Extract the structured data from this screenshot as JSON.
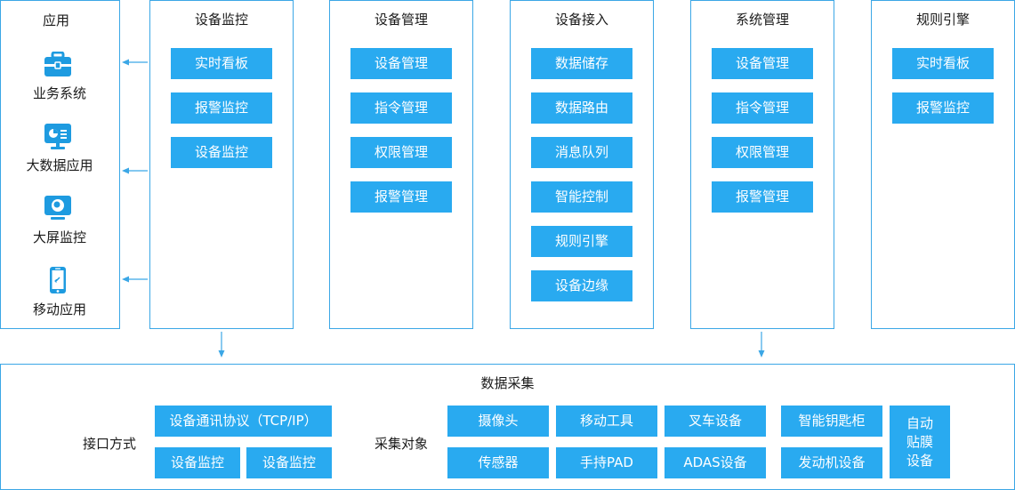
{
  "apps": {
    "title": "应用",
    "items": [
      {
        "label": "业务系统",
        "icon": "briefcase-icon"
      },
      {
        "label": "大数据应用",
        "icon": "dashboard-monitor-icon"
      },
      {
        "label": "大屏监控",
        "icon": "monitor-camera-icon"
      },
      {
        "label": "移动应用",
        "icon": "mobile-phone-icon"
      }
    ]
  },
  "modules": [
    {
      "title": "设备监控",
      "items": [
        "实时看板",
        "报警监控",
        "设备监控"
      ]
    },
    {
      "title": "设备管理",
      "items": [
        "设备管理",
        "指令管理",
        "权限管理",
        "报警管理"
      ]
    },
    {
      "title": "设备接入",
      "items": [
        "数据储存",
        "数据路由",
        "消息队列",
        "智能控制",
        "规则引擎",
        "设备边缘"
      ]
    },
    {
      "title": "系统管理",
      "items": [
        "设备管理",
        "指令管理",
        "权限管理",
        "报警管理"
      ]
    },
    {
      "title": "规则引擎",
      "items": [
        "实时看板",
        "报警监控"
      ]
    }
  ],
  "collection": {
    "title": "数据采集",
    "interface_label": "接口方式",
    "interface_items": [
      "设备通讯协议（TCP/IP）",
      "设备监控",
      "设备监控"
    ],
    "objects_label": "采集对象",
    "object_items": [
      "摄像头",
      "移动工具",
      "叉车设备",
      "智能钥匙柜",
      "传感器",
      "手持PAD",
      "ADAS设备",
      "发动机设备",
      "自动\n贴膜\n设备"
    ]
  },
  "colors": {
    "accent": "#29aaf0",
    "border": "#3ba7e6",
    "icon": "#1e9be0"
  }
}
